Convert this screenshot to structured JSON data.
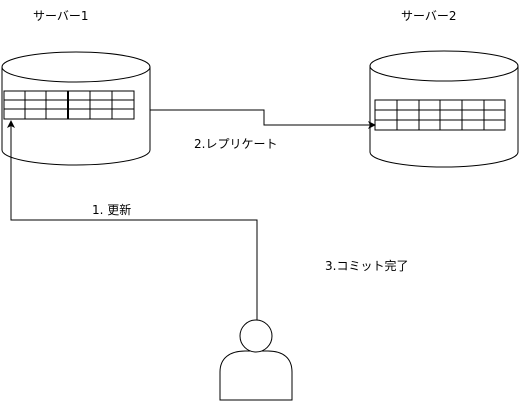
{
  "diagram": {
    "server1_label": "サーバー1",
    "server2_label": "サーバー2",
    "step1_label": "1. 更新",
    "step2_label": "2.レプリケート",
    "step3_label": "3.コミット完了"
  },
  "colors": {
    "stroke": "#000000",
    "fill": "#ffffff"
  }
}
